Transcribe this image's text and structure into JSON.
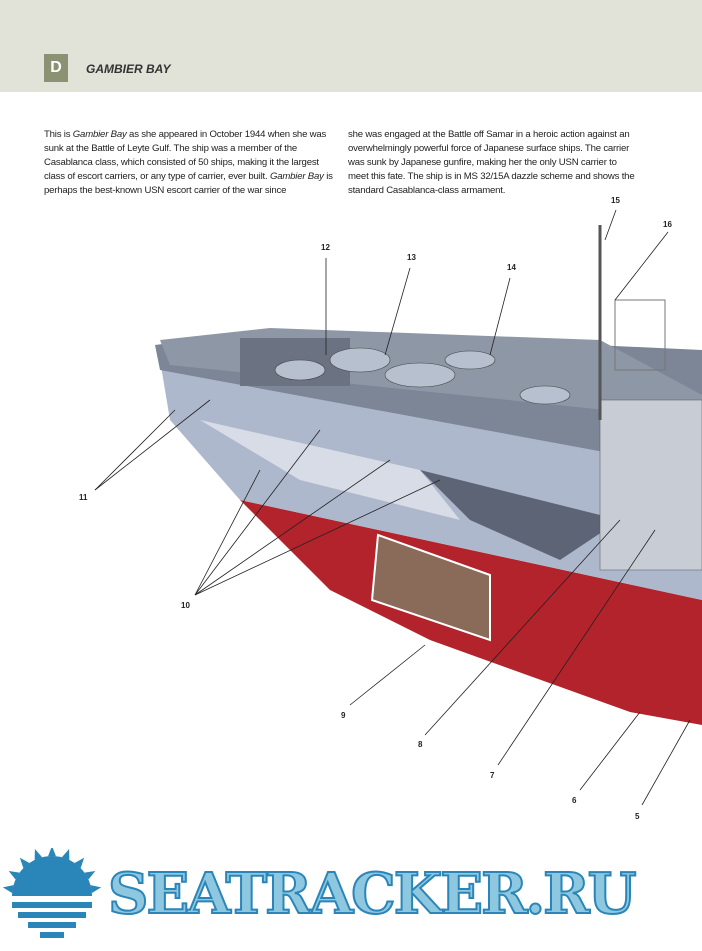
{
  "header": {
    "letter": "D",
    "title": "GAMBIER BAY"
  },
  "body": {
    "col1": [
      {
        "t": "This is ",
        "i": false
      },
      {
        "t": "Gambier Bay",
        "i": true
      },
      {
        "t": " as she appeared in October 1944 when she was sunk at the Battle of Leyte Gulf. The ship was a member of the Casablanca class, which consisted of 50 ships, making it the largest class of escort carriers, or any type of carrier, ever built. ",
        "i": false
      },
      {
        "t": "Gambier Bay",
        "i": true
      },
      {
        "t": " is perhaps the best-known USN escort carrier of the war since",
        "i": false
      }
    ],
    "col2": "she was engaged at the Battle off Samar in a heroic action against an overwhelmingly powerful force of Japanese surface ships. The carrier was sunk by Japanese gunfire, making her the only USN carrier to meet this fate. The ship is in MS 32/15A dazzle scheme and shows the standard Casablanca-class armament."
  },
  "callouts": [
    "5",
    "6",
    "7",
    "8",
    "9",
    "10",
    "11",
    "12",
    "13",
    "14",
    "15",
    "16"
  ],
  "watermark": "SEATRACKER.RU",
  "colors": {
    "header": "#e1e2d8",
    "badge": "#8b9273",
    "hull": "#b3232b",
    "watermark": "#2a86b8"
  }
}
